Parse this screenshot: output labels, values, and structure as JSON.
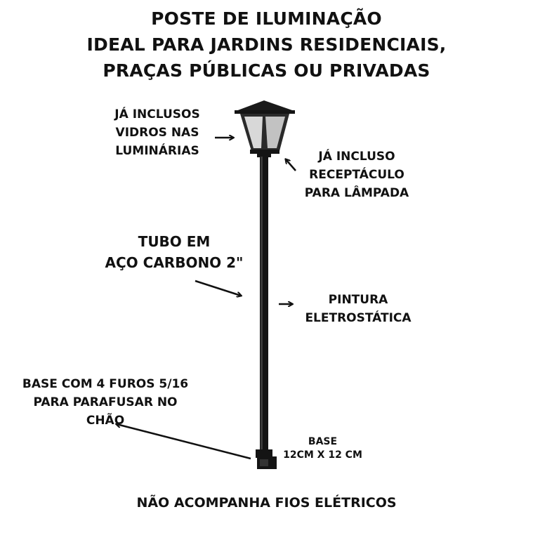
{
  "title": {
    "line1": "POSTE DE ILUMINAÇÃO",
    "line2": "IDEAL PARA JARDINS RESIDENCIAIS,",
    "line3": "PRAÇAS PÚBLICAS OU PRIVADAS"
  },
  "callouts": {
    "glass": [
      "JÁ INCLUSOS",
      "VIDROS NAS",
      "LUMINÁRIAS"
    ],
    "socket": [
      "JÁ INCLUSO",
      "RECEPTÁCULO",
      "PARA LÂMPADA"
    ],
    "tube": [
      "TUBO EM",
      "AÇO CARBONO 2\""
    ],
    "paint": [
      "PINTURA",
      "ELETROSTÁTICA"
    ],
    "holes": [
      "BASE COM 4 FUROS 5/16",
      "PARA PARAFUSAR NO",
      "CHÃO"
    ],
    "base": [
      "BASE",
      "12CM X 12 CM"
    ]
  },
  "footer": "NÃO ACOMPANHA FIOS ELÉTRICOS",
  "colors": {
    "pole": "#141414",
    "glass": "#cfcfcf",
    "text": "#111111",
    "background": "#ffffff"
  }
}
